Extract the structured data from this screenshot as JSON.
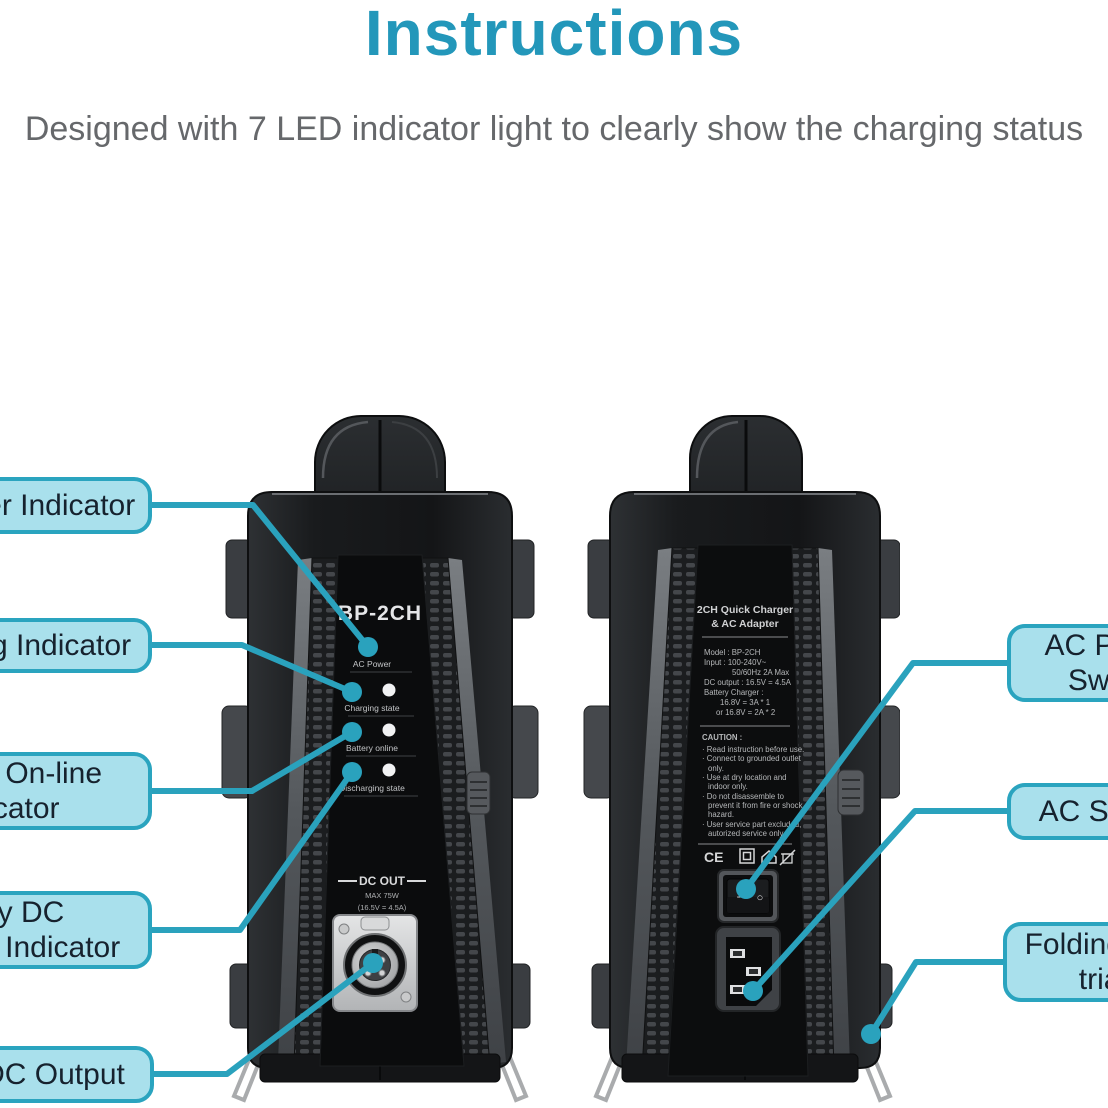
{
  "title": "Instructions",
  "subtitle": "Designed with 7 LED indicator light to clearly show the charging status",
  "accent_color": "#2aa2bd",
  "callout_fill": "#a9e0ec",
  "callouts": {
    "left": [
      {
        "line1": "AC Power Indicator"
      },
      {
        "line1": "Charging Indicator"
      },
      {
        "line1": "Battery On-line",
        "line2": "Indicator"
      },
      {
        "line1": "Battery DC",
        "line2": "Discharge Indicator"
      },
      {
        "line1": "DC Output"
      }
    ],
    "right": [
      {
        "line1": "AC Power",
        "line2": "Switch"
      },
      {
        "line1": "AC Socket"
      },
      {
        "line1": "Folding support",
        "line2": "triangle"
      }
    ]
  },
  "left_charger": {
    "model": "BP-2CH",
    "led_rows": [
      "AC Power",
      "Charging state",
      "Battery online",
      "Discharging state"
    ],
    "dc_out_title": "DC OUT",
    "dc_out_max": "MAX 75W",
    "dc_out_rating": "(16.5V = 4.5A)"
  },
  "right_charger": {
    "title1": "2CH Quick Charger",
    "title2": "& AC Adapter",
    "specs": [
      "Model : BP-2CH",
      "Input :  100-240V~",
      "50/60Hz 2A Max",
      "DC output : 16.5V = 4.5A",
      "Battery Charger :",
      "16.8V = 3A * 1",
      "or 16.8V = 2A * 2"
    ],
    "caution_title": "CAUTION :",
    "caution": [
      "· Read instruction before use.",
      "· Connect to grounded outlet",
      "only.",
      "· Use at dry location and",
      "indoor only.",
      "· Do not disassemble to",
      "prevent it from fire or shock",
      "hazard.",
      "· User service part excluded,",
      "autorized service only."
    ],
    "ce": "CE",
    "switch_on": "−",
    "switch_off": "○"
  }
}
